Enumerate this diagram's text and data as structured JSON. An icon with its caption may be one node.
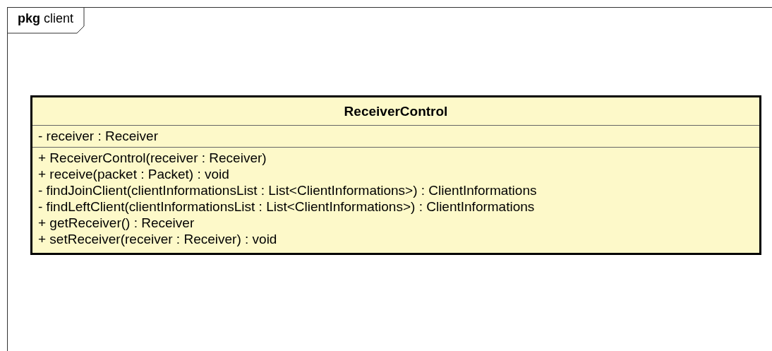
{
  "diagram": {
    "nodes": [
      {
        "text": [
          "**pkg** client"
        ]
      },
      {
        "text": [
          "ReceiverControl",
          "- receiver : Receiver",
          "+ ReceiverControl(receiver : Receiver)",
          "+ receive(packet : Packet) : void",
          "- findJoinClient(clientInformationsList : List<ClientInformations>) : ClientInformations",
          "- findLeftClient(clientInformationsList : List<ClientInformations>) : ClientInformations",
          "+ getReceiver() : Receiver",
          "+ setReceiver(receiver : Receiver) : void"
        ],
        "in": 0
      }
    ]
  }
}
